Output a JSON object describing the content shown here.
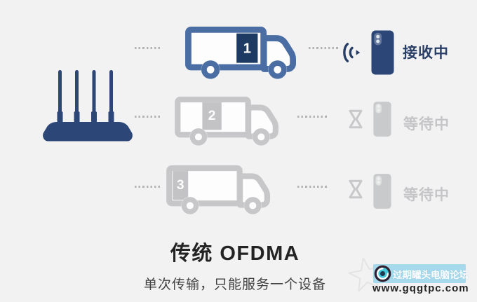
{
  "diagram": {
    "title": "传统 OFDMA",
    "subtitle": "单次传输，只能服务一个设备",
    "rows": [
      {
        "truck_number": "1",
        "status": "接收中",
        "state": "receiving"
      },
      {
        "truck_number": "2",
        "status": "等待中",
        "state": "waiting"
      },
      {
        "truck_number": "3",
        "status": "等待中",
        "state": "waiting"
      }
    ]
  },
  "watermark": {
    "site_name": "过期罐头电脑论坛",
    "site_url": "www.gqgtpc.com"
  },
  "colors": {
    "background": "#f2f2f3",
    "router_navy": "#2b4677",
    "active_truck_blue": "#4a6da3",
    "package_navy": "#1d3a63",
    "inactive_gray": "#c6c6c8",
    "receiving_label_navy": "#2a3f66",
    "watermark_banner_blue": "#a6d9ec"
  },
  "icons": {
    "router": "router-icon",
    "truck": "delivery-truck-icon",
    "receiving": "wifi-signal-icon",
    "waiting": "hourglass-icon",
    "device": "smartphone-icon",
    "watermark_star": "star-icon",
    "watermark_logo": "camera-lens-icon"
  }
}
